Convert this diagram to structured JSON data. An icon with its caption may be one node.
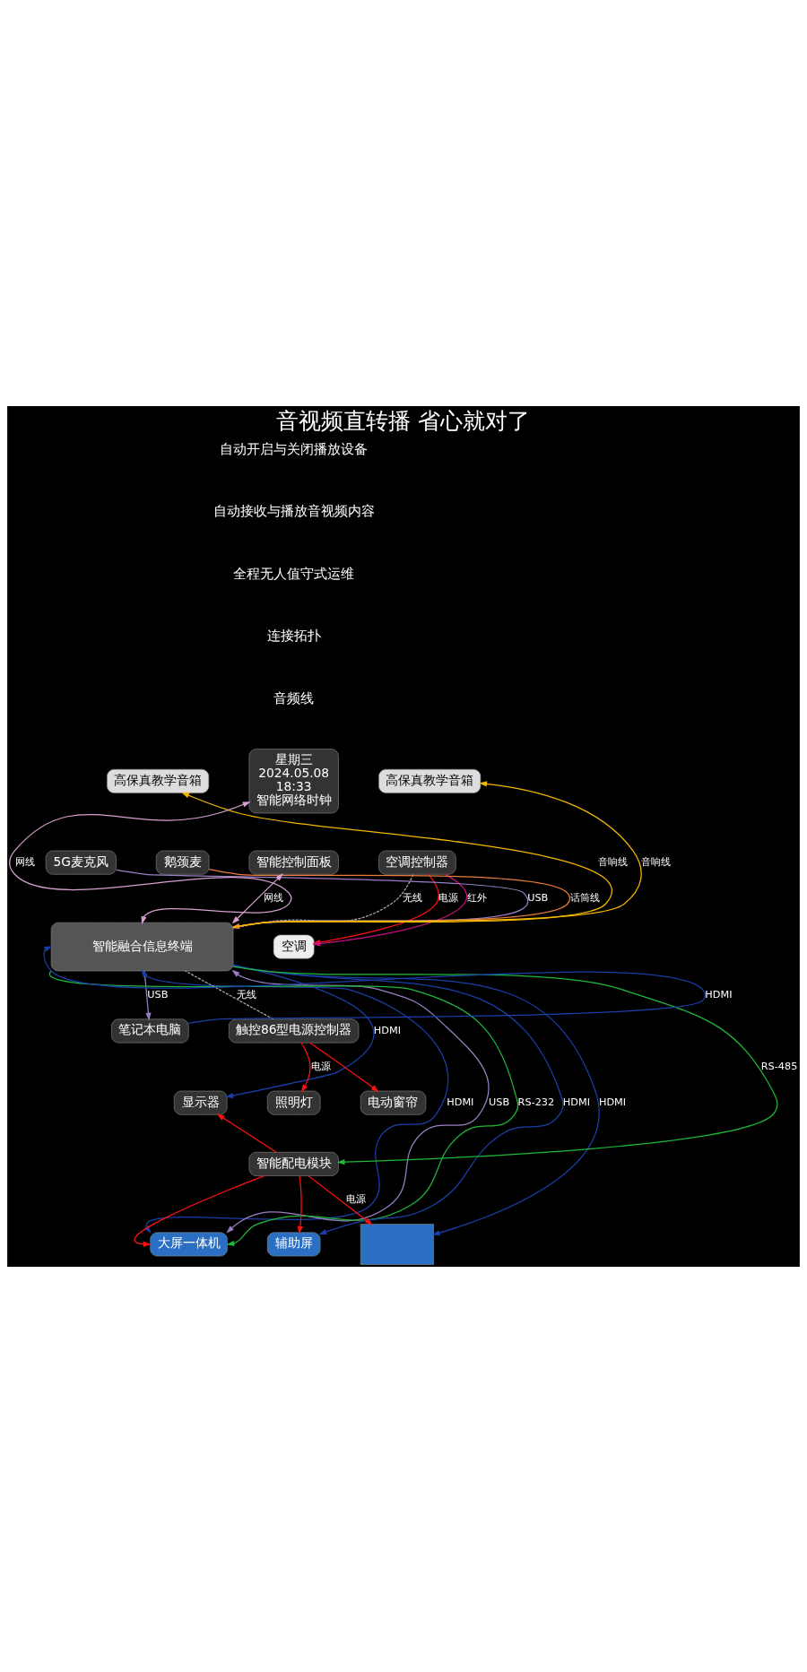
{
  "diagram": {
    "title": "音视频直转播 省心就对了",
    "nodes": [
      {
        "text": [
          "高保真教学音箱"
        ]
      },
      {
        "text": [
          "星期三",
          "2024.05.08",
          "18:33",
          "智能网络时钟"
        ]
      },
      {
        "text": [
          "高保真教学音箱"
        ]
      },
      {
        "text": [
          "智能控制面板"
        ]
      },
      {
        "text": [
          "空调控制器"
        ]
      },
      {
        "text": [
          "5G麦克风"
        ]
      },
      {
        "text": [
          "鹅颈麦"
        ]
      },
      {
        "text": [
          "智能融合信息终端"
        ]
      },
      {
        "text": [
          "空调"
        ]
      },
      {
        "text": [
          "触控86型电源控制器"
        ]
      },
      {
        "text": [
          "笔记本电脑"
        ]
      },
      {
        "text": [
          "照明灯"
        ]
      },
      {
        "text": [
          "显示器"
        ]
      },
      {
        "text": [
          "电动窗帘"
        ]
      },
      {
        "text": [
          "大屏一体机"
        ]
      },
      {
        "text": [
          "辅助屏"
        ]
      },
      {
        "text": [],
        "shape": "box"
      },
      {
        "text": [
          "智能配电模块"
        ]
      }
    ],
    "edges": [
      {
        "from": 7,
        "to": 0,
        "arrow": "to",
        "label": "音响线",
        "color": "#f5b800"
      },
      {
        "from": 7,
        "to": 1,
        "arrow": "both",
        "label": "网线",
        "color": "#d9a0d0"
      },
      {
        "from": 7,
        "to": 2,
        "arrow": "to",
        "label": "音响线",
        "color": "#f5b800"
      },
      {
        "from": 7,
        "to": 3,
        "arrow": "both",
        "label": "网线",
        "color": "#d9a0d0"
      },
      {
        "from": 4,
        "to": 7,
        "arrow": "none",
        "label": "无线",
        "style": "dashed",
        "color": "#aaaaaa"
      },
      {
        "from": 5,
        "to": 7,
        "arrow": "to",
        "label": "USB",
        "color": "#9b7fc4"
      },
      {
        "from": 6,
        "to": 7,
        "arrow": "to",
        "label": "话筒线",
        "color": "#e87a3a"
      },
      {
        "from": 4,
        "to": 8,
        "arrow": "to",
        "label": "电源",
        "color": "#ff1010"
      },
      {
        "from": 4,
        "to": 8,
        "arrow": "to",
        "label": "红外",
        "color": "#c0107a"
      },
      {
        "from": 9,
        "to": 7,
        "arrow": "none",
        "label": "无线",
        "style": "dashed",
        "color": "#aaaaaa"
      },
      {
        "from": 7,
        "to": 10,
        "arrow": "to",
        "label": "USB",
        "color": "#9b7fc4"
      },
      {
        "from": 10,
        "to": 7,
        "arrow": "to",
        "label": "HDMI",
        "color": "#1a3fa8"
      },
      {
        "from": 9,
        "to": 11,
        "arrow": "to",
        "label": "电源",
        "color": "#ff1010"
      },
      {
        "from": 9,
        "to": 13,
        "arrow": "to",
        "color": "#ff1010"
      },
      {
        "from": 7,
        "to": 12,
        "arrow": "to",
        "label": "HDMI",
        "color": "#1a3fa8"
      },
      {
        "from": 7,
        "to": 14,
        "arrow": "both",
        "label": "HDMI",
        "color": "#1a3fa8"
      },
      {
        "from": 7,
        "to": 14,
        "arrow": "both",
        "label": "USB",
        "color": "#9b7fc4"
      },
      {
        "from": 7,
        "to": 14,
        "arrow": "to",
        "label": "RS-232",
        "color": "#1fb83a"
      },
      {
        "from": 7,
        "to": 17,
        "arrow": "to",
        "label": "RS-485",
        "color": "#1fb83a"
      },
      {
        "from": 7,
        "to": 16,
        "arrow": "to",
        "label": "HDMI",
        "color": "#1a3fa8"
      },
      {
        "from": 7,
        "to": 15,
        "arrow": "to",
        "label": "HDMI",
        "color": "#1a3fa8"
      },
      {
        "from": 17,
        "to": 12,
        "arrow": "to",
        "color": "#ff1010"
      },
      {
        "from": 17,
        "to": 14,
        "arrow": "to",
        "color": "#ff1010"
      },
      {
        "from": 17,
        "to": 15,
        "arrow": "to",
        "color": "#ff1010"
      },
      {
        "from": 17,
        "to": 16,
        "arrow": "to",
        "label": "电源",
        "color": "#ff1010"
      }
    ],
    "labels": [
      "自动开启与关闭播放设备",
      "自动接收与播放音视频内容",
      "全程无人值守式运维",
      "连接拓扑",
      "音频线"
    ]
  }
}
